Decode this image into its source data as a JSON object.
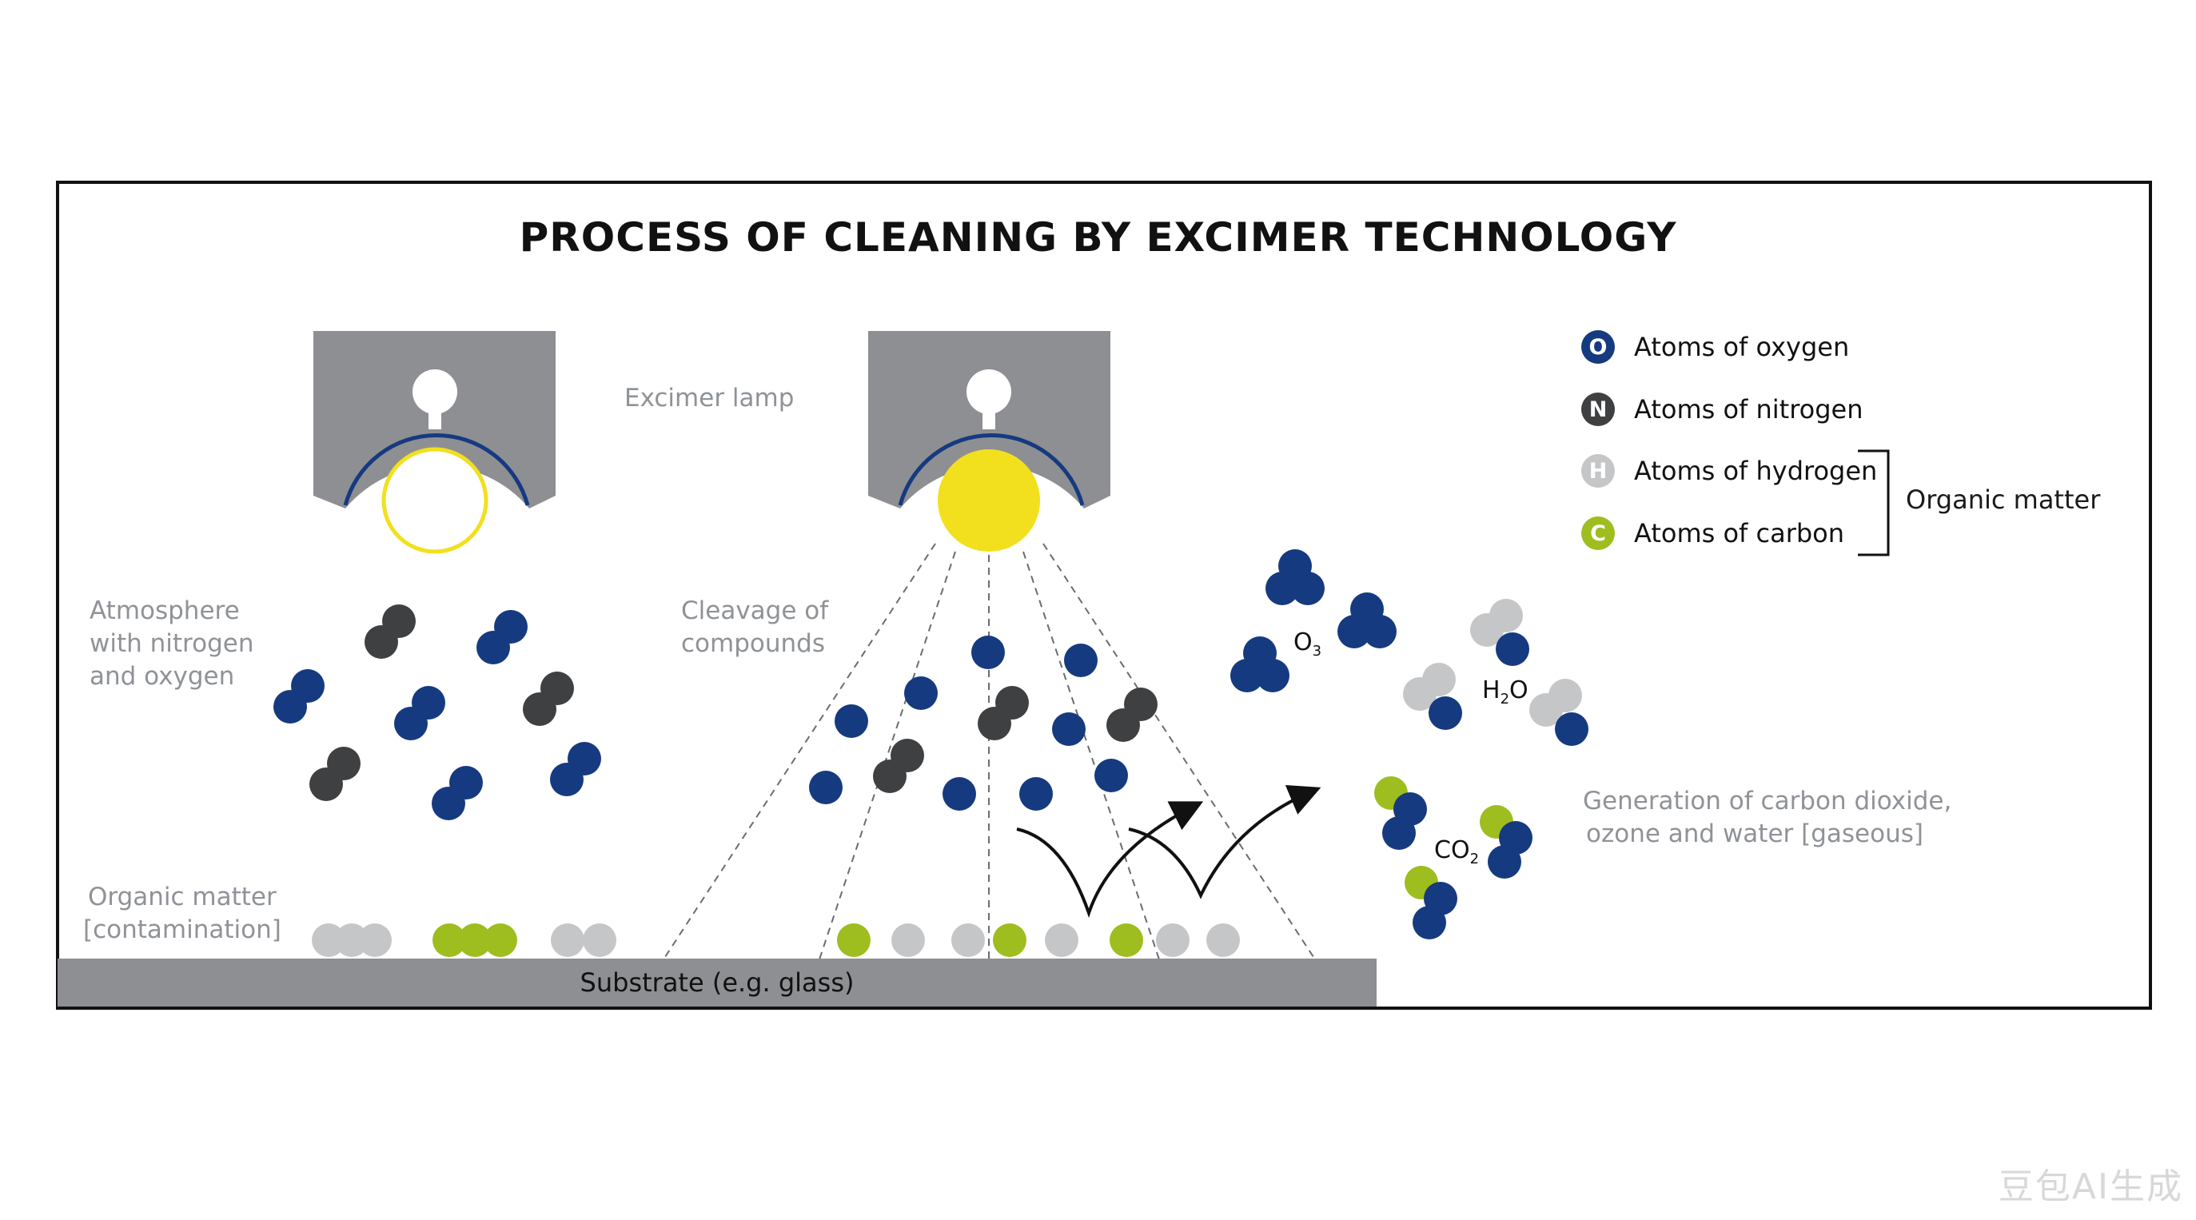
{
  "title": "PROCESS OF CLEANING BY EXCIMER TECHNOLOGY",
  "labels": {
    "excimer_lamp": "Excimer lamp",
    "atmosphere": [
      "Atmosphere",
      "with nitrogen",
      "and oxygen"
    ],
    "cleavage": [
      "Cleavage of",
      "compounds"
    ],
    "organic_matter": [
      "Organic matter",
      "[contamination]"
    ],
    "generation": [
      "Generation of carbon dioxide,",
      "ozone and water [gaseous]"
    ],
    "substrate": "Substrate (e.g. glass)"
  },
  "formulas": {
    "ozone": {
      "base": "O",
      "sub": "3"
    },
    "water": {
      "base": "H",
      "sub": "2",
      "tail": "O"
    },
    "carbon_dioxide": {
      "base": "CO",
      "sub": "2"
    }
  },
  "legend": {
    "items": [
      {
        "symbol": "O",
        "label": "Atoms of oxygen",
        "color": "#163a80"
      },
      {
        "symbol": "N",
        "label": "Atoms of nitrogen",
        "color": "#3f4042"
      },
      {
        "symbol": "H",
        "label": "Atoms of hydrogen",
        "color": "#c5c6c8"
      },
      {
        "symbol": "C",
        "label": "Atoms of carbon",
        "color": "#9ebd1f"
      }
    ],
    "group_label": "Organic matter"
  },
  "colors": {
    "oxygen": "#163a80",
    "nitrogen": "#3f4042",
    "hydrogen": "#c5c6c8",
    "carbon": "#9ebd1f",
    "lamp_body": "#8e8f93",
    "lamp_light": "#f2e01e"
  },
  "watermark": "豆包AI生成"
}
